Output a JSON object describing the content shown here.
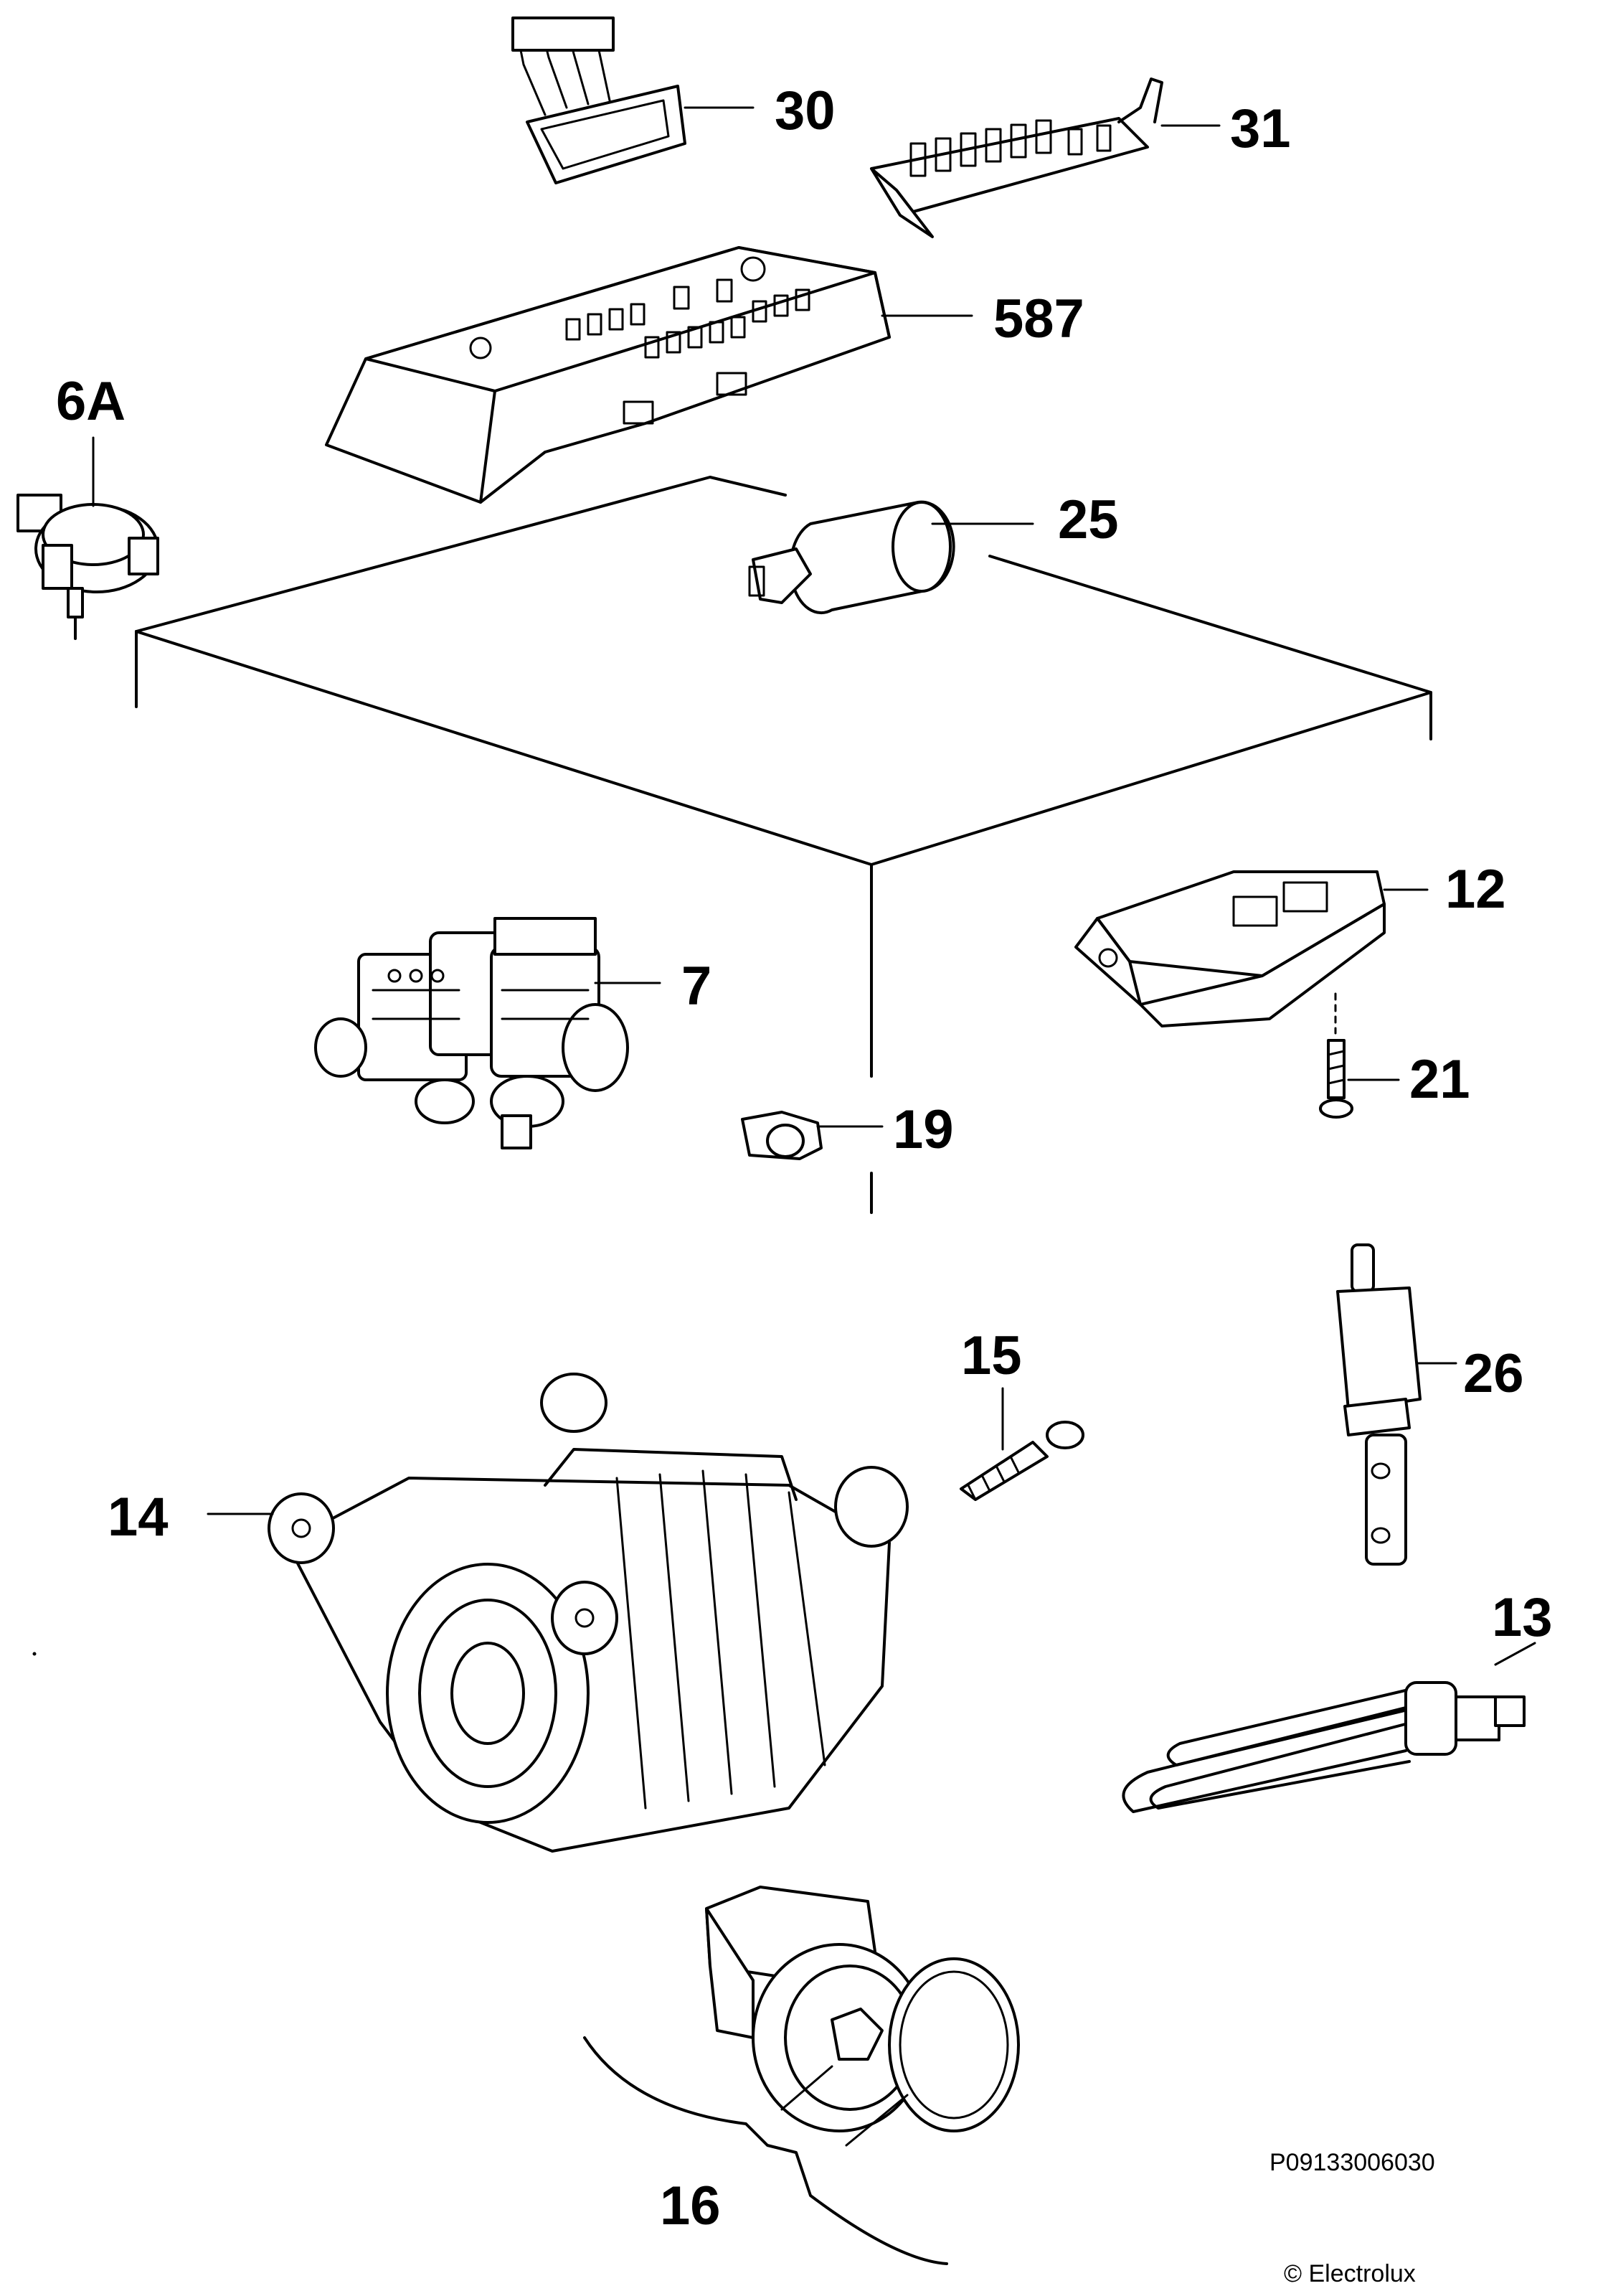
{
  "diagram": {
    "parts": [
      {
        "id": "p30",
        "label": "30"
      },
      {
        "id": "p31",
        "label": "31"
      },
      {
        "id": "p587",
        "label": "587"
      },
      {
        "id": "p6a",
        "label": "6A"
      },
      {
        "id": "p25",
        "label": "25"
      },
      {
        "id": "p12",
        "label": "12"
      },
      {
        "id": "p7",
        "label": "7"
      },
      {
        "id": "p21",
        "label": "21"
      },
      {
        "id": "p19",
        "label": "19"
      },
      {
        "id": "p15",
        "label": "15"
      },
      {
        "id": "p26",
        "label": "26"
      },
      {
        "id": "p14",
        "label": "14"
      },
      {
        "id": "p13",
        "label": "13"
      },
      {
        "id": "p16",
        "label": "16"
      }
    ],
    "drawing_code": "P09133006030",
    "copyright": "© Electrolux"
  }
}
